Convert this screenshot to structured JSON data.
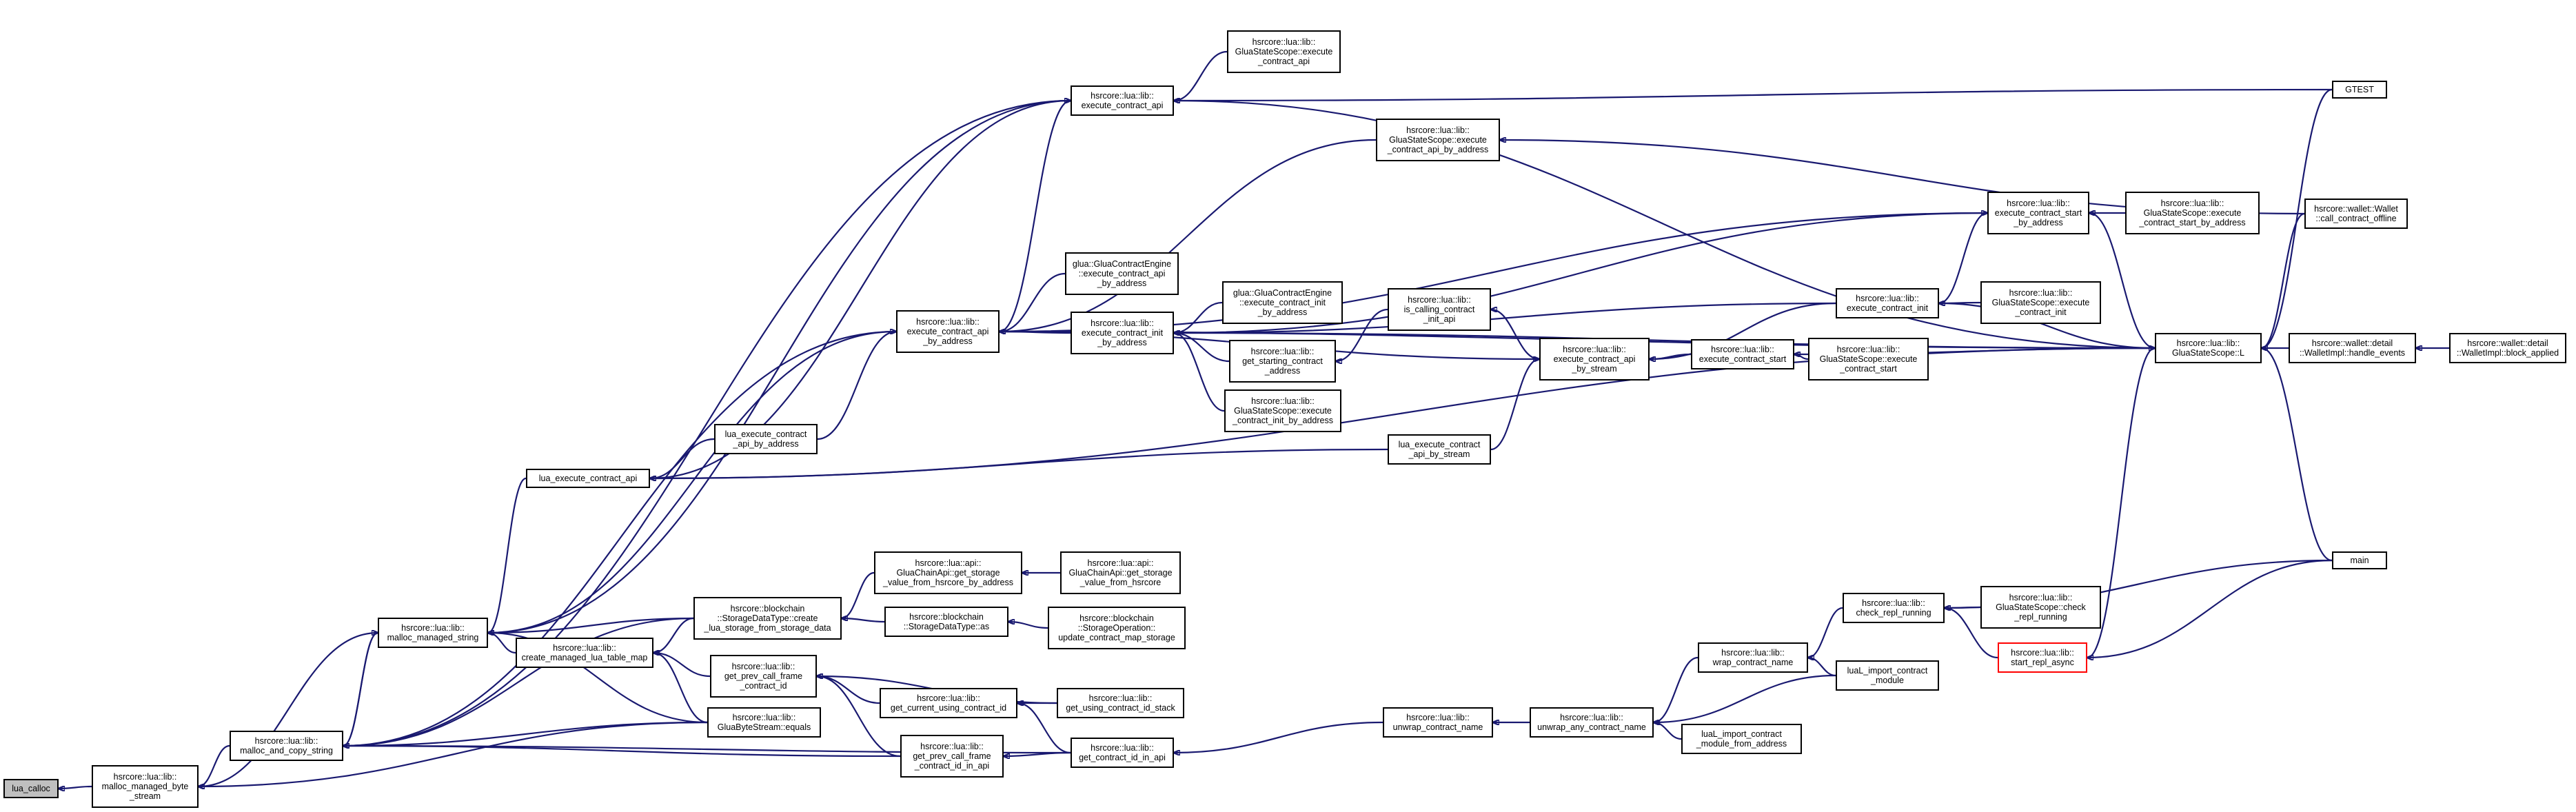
{
  "nodes": [
    {
      "id": "n0",
      "label": "lua_calloc",
      "kind": "root"
    },
    {
      "id": "n1",
      "label": "hsrcore::lua::lib::\nmalloc_managed_byte\n_stream"
    },
    {
      "id": "n2",
      "label": "hsrcore::lua::lib::\nmalloc_and_copy_string"
    },
    {
      "id": "n3",
      "label": "hsrcore::lua::lib::\nmalloc_managed_string"
    },
    {
      "id": "n4",
      "label": "hsrcore::lua::lib::\nexecute_contract_api"
    },
    {
      "id": "n5",
      "label": "hsrcore::lua::lib::\nGluaStateScope::execute\n_contract_api"
    },
    {
      "id": "n6",
      "label": "GTEST"
    },
    {
      "id": "n7",
      "label": "hsrcore::lua::lib::\nGluaStateScope::execute\n_contract_api_by_address"
    },
    {
      "id": "n8",
      "label": "hsrcore::wallet::Wallet\n::call_contract_offline"
    },
    {
      "id": "n9",
      "label": "hsrcore::lua::lib::\nexecute_contract_start\n_by_address"
    },
    {
      "id": "n10",
      "label": "hsrcore::lua::lib::\nGluaStateScope::execute\n_contract_start_by_address"
    },
    {
      "id": "n11",
      "label": "hsrcore::lua::lib::\nexecute_contract_api\n_by_address"
    },
    {
      "id": "n12",
      "label": "glua::GluaContractEngine\n::execute_contract_api\n_by_address"
    },
    {
      "id": "n13",
      "label": "hsrcore::lua::lib::\nexecute_contract_init\n_by_address"
    },
    {
      "id": "n14",
      "label": "glua::GluaContractEngine\n::execute_contract_init\n_by_address"
    },
    {
      "id": "n15",
      "label": "hsrcore::lua::lib::\nget_starting_contract\n_address"
    },
    {
      "id": "n16",
      "label": "hsrcore::lua::lib::\nGluaStateScope::execute\n_contract_init_by_address"
    },
    {
      "id": "n17",
      "label": "hsrcore::lua::lib::\nis_calling_contract\n_init_api"
    },
    {
      "id": "n18",
      "label": "hsrcore::lua::lib::\nexecute_contract_api\n_by_stream"
    },
    {
      "id": "n19",
      "label": "hsrcore::lua::lib::\nexecute_contract_init"
    },
    {
      "id": "n20",
      "label": "hsrcore::lua::lib::\nGluaStateScope::execute\n_contract_init"
    },
    {
      "id": "n21",
      "label": "hsrcore::lua::lib::\nexecute_contract_start"
    },
    {
      "id": "n22",
      "label": "hsrcore::lua::lib::\nGluaStateScope::execute\n_contract_start"
    },
    {
      "id": "n23",
      "label": "hsrcore::lua::lib::\nGluaStateScope::L"
    },
    {
      "id": "n24",
      "label": "hsrcore::wallet::detail\n::WalletImpl::handle_events"
    },
    {
      "id": "n25",
      "label": "hsrcore::wallet::detail\n::WalletImpl::block_applied"
    },
    {
      "id": "n26",
      "label": "lua_execute_contract\n_api_by_address"
    },
    {
      "id": "n27",
      "label": "lua_execute_contract_api"
    },
    {
      "id": "n28",
      "label": "lua_execute_contract\n_api_by_stream"
    },
    {
      "id": "n29",
      "label": "hsrcore::lua::api::\nGluaChainApi::get_storage\n_value_from_hsrcore_by_address"
    },
    {
      "id": "n30",
      "label": "hsrcore::lua::api::\nGluaChainApi::get_storage\n_value_from_hsrcore"
    },
    {
      "id": "n31",
      "label": "hsrcore::blockchain\n::StorageDataType::create\n_lua_storage_from_storage_data"
    },
    {
      "id": "n32",
      "label": "hsrcore::blockchain\n::StorageDataType::as"
    },
    {
      "id": "n33",
      "label": "hsrcore::blockchain\n::StorageOperation::\nupdate_contract_map_storage"
    },
    {
      "id": "n34",
      "label": "hsrcore::lua::lib::\ncreate_managed_lua_table_map"
    },
    {
      "id": "n35",
      "label": "hsrcore::lua::lib::\nget_prev_call_frame\n_contract_id"
    },
    {
      "id": "n36",
      "label": "hsrcore::lua::lib::\nGluaByteStream::equals"
    },
    {
      "id": "n37",
      "label": "hsrcore::lua::lib::\nget_current_using_contract_id"
    },
    {
      "id": "n38",
      "label": "hsrcore::lua::lib::\nget_using_contract_id_stack"
    },
    {
      "id": "n39",
      "label": "hsrcore::lua::lib::\nget_prev_call_frame\n_contract_id_in_api"
    },
    {
      "id": "n40",
      "label": "hsrcore::lua::lib::\nget_contract_id_in_api"
    },
    {
      "id": "n41",
      "label": "hsrcore::lua::lib::\nunwrap_contract_name"
    },
    {
      "id": "n42",
      "label": "hsrcore::lua::lib::\nunwrap_any_contract_name"
    },
    {
      "id": "n43",
      "label": "hsrcore::lua::lib::\nwrap_contract_name"
    },
    {
      "id": "n44",
      "label": "luaL_import_contract\n_module"
    },
    {
      "id": "n45",
      "label": "luaL_import_contract\n_module_from_address"
    },
    {
      "id": "n46",
      "label": "hsrcore::lua::lib::\ncheck_repl_running"
    },
    {
      "id": "n47",
      "label": "hsrcore::lua::lib::\nGluaStateScope::check\n_repl_running"
    },
    {
      "id": "n48",
      "label": "hsrcore::lua::lib::\nstart_repl_async",
      "kind": "truncated"
    },
    {
      "id": "n49",
      "label": "main"
    }
  ],
  "edges": [
    [
      "n1",
      "n0"
    ],
    [
      "n2",
      "n1"
    ],
    [
      "n3",
      "n1"
    ],
    [
      "n36",
      "n1"
    ],
    [
      "n3",
      "n2"
    ],
    [
      "n4",
      "n2"
    ],
    [
      "n11",
      "n2"
    ],
    [
      "n31",
      "n2"
    ],
    [
      "n36",
      "n2"
    ],
    [
      "n39",
      "n2"
    ],
    [
      "n40",
      "n2"
    ],
    [
      "n2",
      "n3"
    ],
    [
      "n4",
      "n3"
    ],
    [
      "n11",
      "n3"
    ],
    [
      "n27",
      "n3"
    ],
    [
      "n31",
      "n3"
    ],
    [
      "n34",
      "n3"
    ],
    [
      "n36",
      "n3"
    ],
    [
      "n5",
      "n4"
    ],
    [
      "n6",
      "n4"
    ],
    [
      "n11",
      "n4"
    ],
    [
      "n23",
      "n4"
    ],
    [
      "n27",
      "n4"
    ],
    [
      "n8",
      "n7"
    ],
    [
      "n10",
      "n9"
    ],
    [
      "n19",
      "n9"
    ],
    [
      "n23",
      "n9"
    ],
    [
      "n12",
      "n11"
    ],
    [
      "n13",
      "n11"
    ],
    [
      "n9",
      "n11"
    ],
    [
      "n7",
      "n11"
    ],
    [
      "n18",
      "n11"
    ],
    [
      "n26",
      "n11"
    ],
    [
      "n23",
      "n11"
    ],
    [
      "n14",
      "n13"
    ],
    [
      "n15",
      "n13"
    ],
    [
      "n16",
      "n13"
    ],
    [
      "n9",
      "n13"
    ],
    [
      "n19",
      "n13"
    ],
    [
      "n23",
      "n13"
    ],
    [
      "n17",
      "n15"
    ],
    [
      "n18",
      "n17"
    ],
    [
      "n19",
      "n18"
    ],
    [
      "n21",
      "n18"
    ],
    [
      "n28",
      "n18"
    ],
    [
      "n20",
      "n19"
    ],
    [
      "n23",
      "n19"
    ],
    [
      "n22",
      "n21"
    ],
    [
      "n23",
      "n21"
    ],
    [
      "n24",
      "n23"
    ],
    [
      "n6",
      "n23"
    ],
    [
      "n8",
      "n23"
    ],
    [
      "n49",
      "n23"
    ],
    [
      "n48",
      "n23"
    ],
    [
      "n25",
      "n24"
    ],
    [
      "n26",
      "n27"
    ],
    [
      "n23",
      "n27"
    ],
    [
      "n28",
      "n27"
    ],
    [
      "n29",
      "n31"
    ],
    [
      "n32",
      "n31"
    ],
    [
      "n30",
      "n29"
    ],
    [
      "n33",
      "n32"
    ],
    [
      "n31",
      "n34"
    ],
    [
      "n35",
      "n34"
    ],
    [
      "n36",
      "n34"
    ],
    [
      "n37",
      "n35"
    ],
    [
      "n38",
      "n35"
    ],
    [
      "n39",
      "n35"
    ],
    [
      "n38",
      "n37"
    ],
    [
      "n40",
      "n37"
    ],
    [
      "n40",
      "n39"
    ],
    [
      "n41",
      "n40"
    ],
    [
      "n42",
      "n41"
    ],
    [
      "n43",
      "n42"
    ],
    [
      "n44",
      "n42"
    ],
    [
      "n45",
      "n42"
    ],
    [
      "n46",
      "n43"
    ],
    [
      "n44",
      "n43"
    ],
    [
      "n47",
      "n46"
    ],
    [
      "n48",
      "n46"
    ],
    [
      "n49",
      "n46"
    ],
    [
      "n49",
      "n48"
    ]
  ]
}
